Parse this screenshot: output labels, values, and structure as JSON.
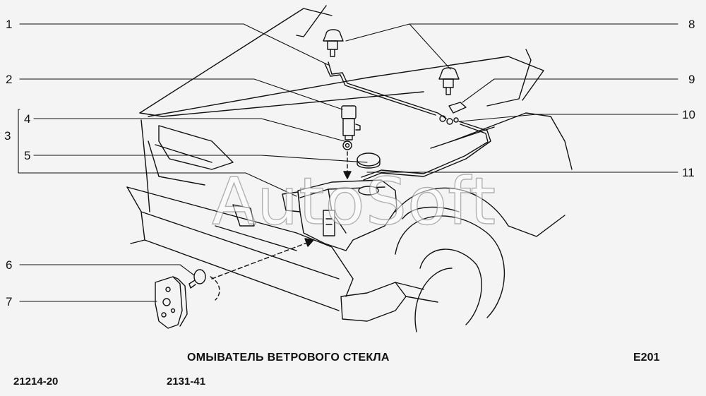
{
  "callouts": {
    "c1": "1",
    "c2": "2",
    "c3": "3",
    "c4": "4",
    "c5": "5",
    "c6": "6",
    "c7": "7",
    "c8": "8",
    "c9": "9",
    "c10": "10",
    "c11": "11"
  },
  "footer": {
    "title": "ОМЫВАТЕЛЬ ВЕТРОВОГО СТЕКЛА",
    "code": "E201",
    "model_left": "21214-20",
    "model_right": "2131-41"
  },
  "watermark": "AutoSoft",
  "colors": {
    "line": "#111111",
    "background": "#f4f4f4"
  }
}
